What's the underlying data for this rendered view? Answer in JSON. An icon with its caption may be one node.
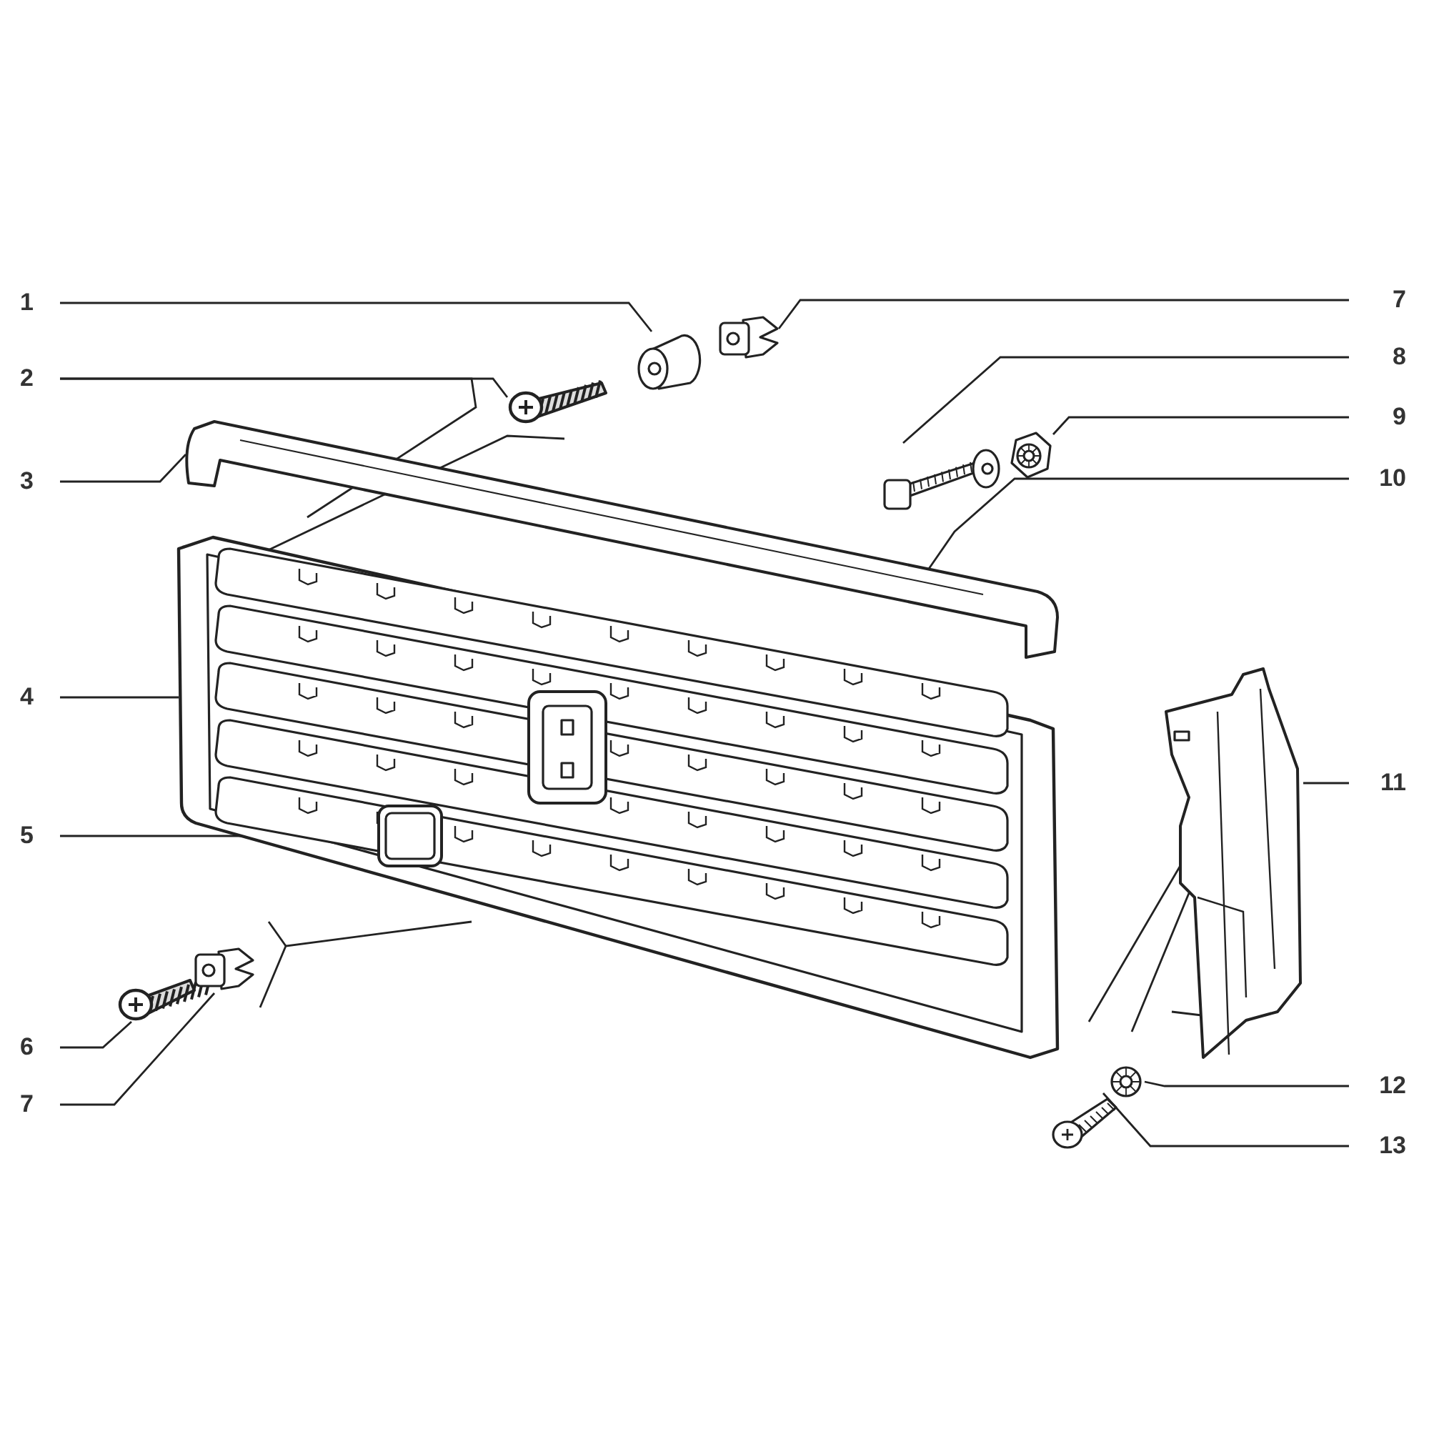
{
  "diagram": {
    "nodes": [
      {
        "text": [
          "1"
        ]
      },
      {
        "text": [
          "2"
        ]
      },
      {
        "text": [
          "3"
        ]
      },
      {
        "text": [
          "4"
        ]
      },
      {
        "text": [
          "5"
        ]
      },
      {
        "text": [
          "6"
        ]
      },
      {
        "text": [
          "7"
        ]
      },
      {
        "text": [
          "7"
        ]
      },
      {
        "text": [
          "8"
        ]
      },
      {
        "text": [
          "9"
        ]
      },
      {
        "text": [
          "10"
        ]
      },
      {
        "text": [
          "11"
        ]
      },
      {
        "text": [
          "12"
        ]
      },
      {
        "text": [
          "13"
        ]
      },
      {
        "text": [],
        "shape": "picture"
      },
      {
        "text": [],
        "shape": "picture"
      },
      {
        "text": [],
        "shape": "picture"
      },
      {
        "text": [],
        "shape": "picture"
      },
      {
        "text": [],
        "shape": "picture",
        "in": 17
      },
      {
        "text": [],
        "shape": "picture"
      },
      {
        "text": [],
        "shape": "picture"
      },
      {
        "text": [],
        "shape": "picture"
      },
      {
        "text": [],
        "shape": "picture"
      },
      {
        "text": [],
        "shape": "picture"
      },
      {
        "text": [],
        "shape": "picture"
      },
      {
        "text": [],
        "shape": "picture"
      },
      {
        "text": [],
        "shape": "picture"
      }
    ],
    "edges": [
      {
        "from": 0,
        "to": 14,
        "arrow": "none"
      },
      {
        "from": 1,
        "to": 15,
        "arrow": "none"
      },
      {
        "from": 1,
        "to": 17,
        "arrow": "none"
      },
      {
        "from": 2,
        "to": 16,
        "arrow": "none"
      },
      {
        "from": 3,
        "to": 17,
        "arrow": "none"
      },
      {
        "from": 4,
        "to": 18,
        "arrow": "none"
      },
      {
        "from": 5,
        "to": 19,
        "arrow": "none"
      },
      {
        "from": 6,
        "to": 20,
        "arrow": "none"
      },
      {
        "from": 7,
        "to": 21,
        "arrow": "none"
      },
      {
        "from": 8,
        "to": 22,
        "arrow": "none"
      },
      {
        "from": 9,
        "to": 23,
        "arrow": "none"
      },
      {
        "from": 10,
        "to": 16,
        "arrow": "none"
      },
      {
        "from": 11,
        "to": 24,
        "arrow": "none"
      },
      {
        "from": 12,
        "to": 25,
        "arrow": "none"
      },
      {
        "from": 13,
        "to": 26,
        "arrow": "none"
      }
    ]
  }
}
